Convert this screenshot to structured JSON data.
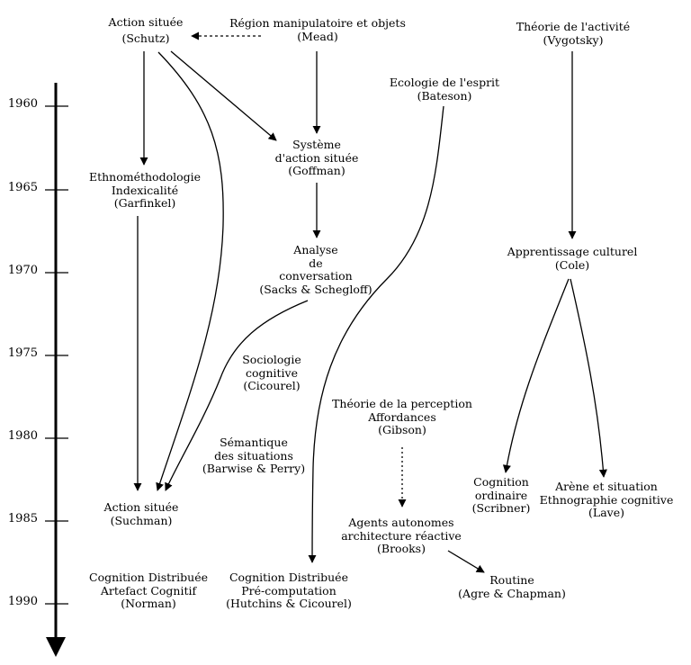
{
  "timeline": {
    "years": [
      "1960",
      "1965",
      "1970",
      "1975",
      "1980",
      "1985",
      "1990"
    ]
  },
  "nodes": {
    "action_situee_schutz": [
      "Action située",
      "(Schutz)"
    ],
    "region_manipulatoire": [
      "Région manipulatoire et objets",
      "(Mead)"
    ],
    "theorie_activite": [
      "Théorie de l'activité",
      "(Vygotsky)"
    ],
    "ecologie_esprit": [
      "Ecologie de l'esprit",
      "(Bateson)"
    ],
    "systeme_action": [
      "Système",
      "d'action située",
      "(Goffman)"
    ],
    "ethnomethodologie": [
      "Ethnométhodologie",
      "Indexicalité",
      "(Garfinkel)"
    ],
    "analyse_conversation": [
      "Analyse",
      "de",
      "conversation",
      "(Sacks & Schegloff)"
    ],
    "apprentissage_culturel": [
      "Apprentissage culturel",
      "(Cole)"
    ],
    "sociologie_cognitive": [
      "Sociologie",
      "cognitive",
      "(Cicourel)"
    ],
    "theorie_perception": [
      "Théorie de la perception",
      "Affordances",
      "(Gibson)"
    ],
    "semantique_situations": [
      "Sémantique",
      "des situations",
      "(Barwise & Perry)"
    ],
    "cognition_ordinaire": [
      "Cognition",
      "ordinaire",
      "(Scribner)"
    ],
    "arene_situation": [
      "Arène et situation",
      "Ethnographie cognitive",
      "(Lave)"
    ],
    "action_situee_suchman": [
      "Action située",
      "(Suchman)"
    ],
    "agents_autonomes": [
      "Agents autonomes",
      "architecture réactive",
      "(Brooks)"
    ],
    "routine": [
      "Routine",
      "(Agre & Chapman)"
    ],
    "cognition_distribuee_norman": [
      "Cognition Distribuée",
      "Artefact Cognitif",
      "(Norman)"
    ],
    "cognition_distribuee_hutchins": [
      "Cognition Distribuée",
      "Pré-computation",
      "(Hutchins & Cicourel)"
    ]
  }
}
